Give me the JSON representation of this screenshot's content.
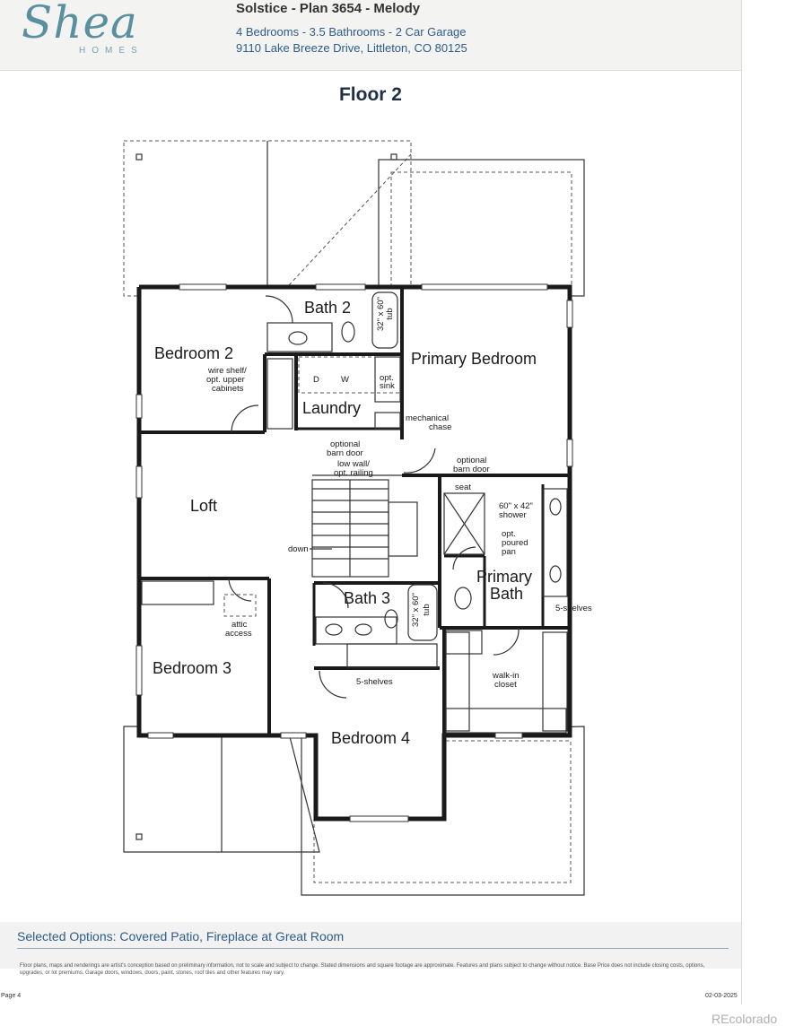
{
  "header": {
    "logo_text": "Shea",
    "logo_subtext": "HOMES",
    "plan_title": "Solstice - Plan 3654 - Melody",
    "plan_spec": "4 Bedrooms - 3.5 Bathrooms - 2 Car Garage",
    "address": "9110 Lake Breeze Drive, Littleton, CO 80125"
  },
  "floor_title": "Floor 2",
  "rooms": {
    "bath2": "Bath 2",
    "bedroom2": "Bedroom 2",
    "primary_bedroom": "Primary Bedroom",
    "laundry": "Laundry",
    "loft": "Loft",
    "bath3": "Bath 3",
    "primary_bath_1": "Primary",
    "primary_bath_2": "Bath",
    "bedroom3": "Bedroom 3",
    "bedroom4": "Bedroom 4"
  },
  "notes": {
    "tub1_a": "32\" x 60\"",
    "tub1_b": "tub",
    "tub2_a": "32\" x 60\"",
    "tub2_b": "tub",
    "wire_shelf_1": "wire shelf/",
    "wire_shelf_2": "opt. upper",
    "wire_shelf_3": "cabinets",
    "dryer": "D",
    "washer": "W",
    "opt_sink_1": "opt.",
    "opt_sink_2": "sink",
    "mech_1": "mechanical",
    "mech_2": "chase",
    "barn1_1": "optional",
    "barn1_2": "barn door",
    "low_wall_1": "low wall/",
    "low_wall_2": "opt. railing",
    "barn2_1": "optional",
    "barn2_2": "barn door",
    "seat": "seat",
    "shower_1": "60\" x 42\"",
    "shower_2": "shower",
    "pan_1": "opt.",
    "pan_2": "poured",
    "pan_3": "pan",
    "down": "down",
    "attic_1": "attic",
    "attic_2": "access",
    "shelves_1": "5-shelves",
    "shelves_2": "5-shelves",
    "walkin_1": "walk-in",
    "walkin_2": "closet"
  },
  "selected_options": "Selected Options: Covered Patio, Fireplace at Great Room",
  "disclaimer": "Floor plans, maps and renderings are artist's conception based on preliminary information, not to scale and subject to change. Stated dimensions and square footage are approximate. Features and plans subject to change without notice. Base Price does not include closing costs, options, upgrades, or lot premiums. Garage doors, windows, doors, paint, stones, roof tiles and other features may vary.",
  "page": "Page 4",
  "date": "02-03-2025",
  "watermark": "REcolorado"
}
